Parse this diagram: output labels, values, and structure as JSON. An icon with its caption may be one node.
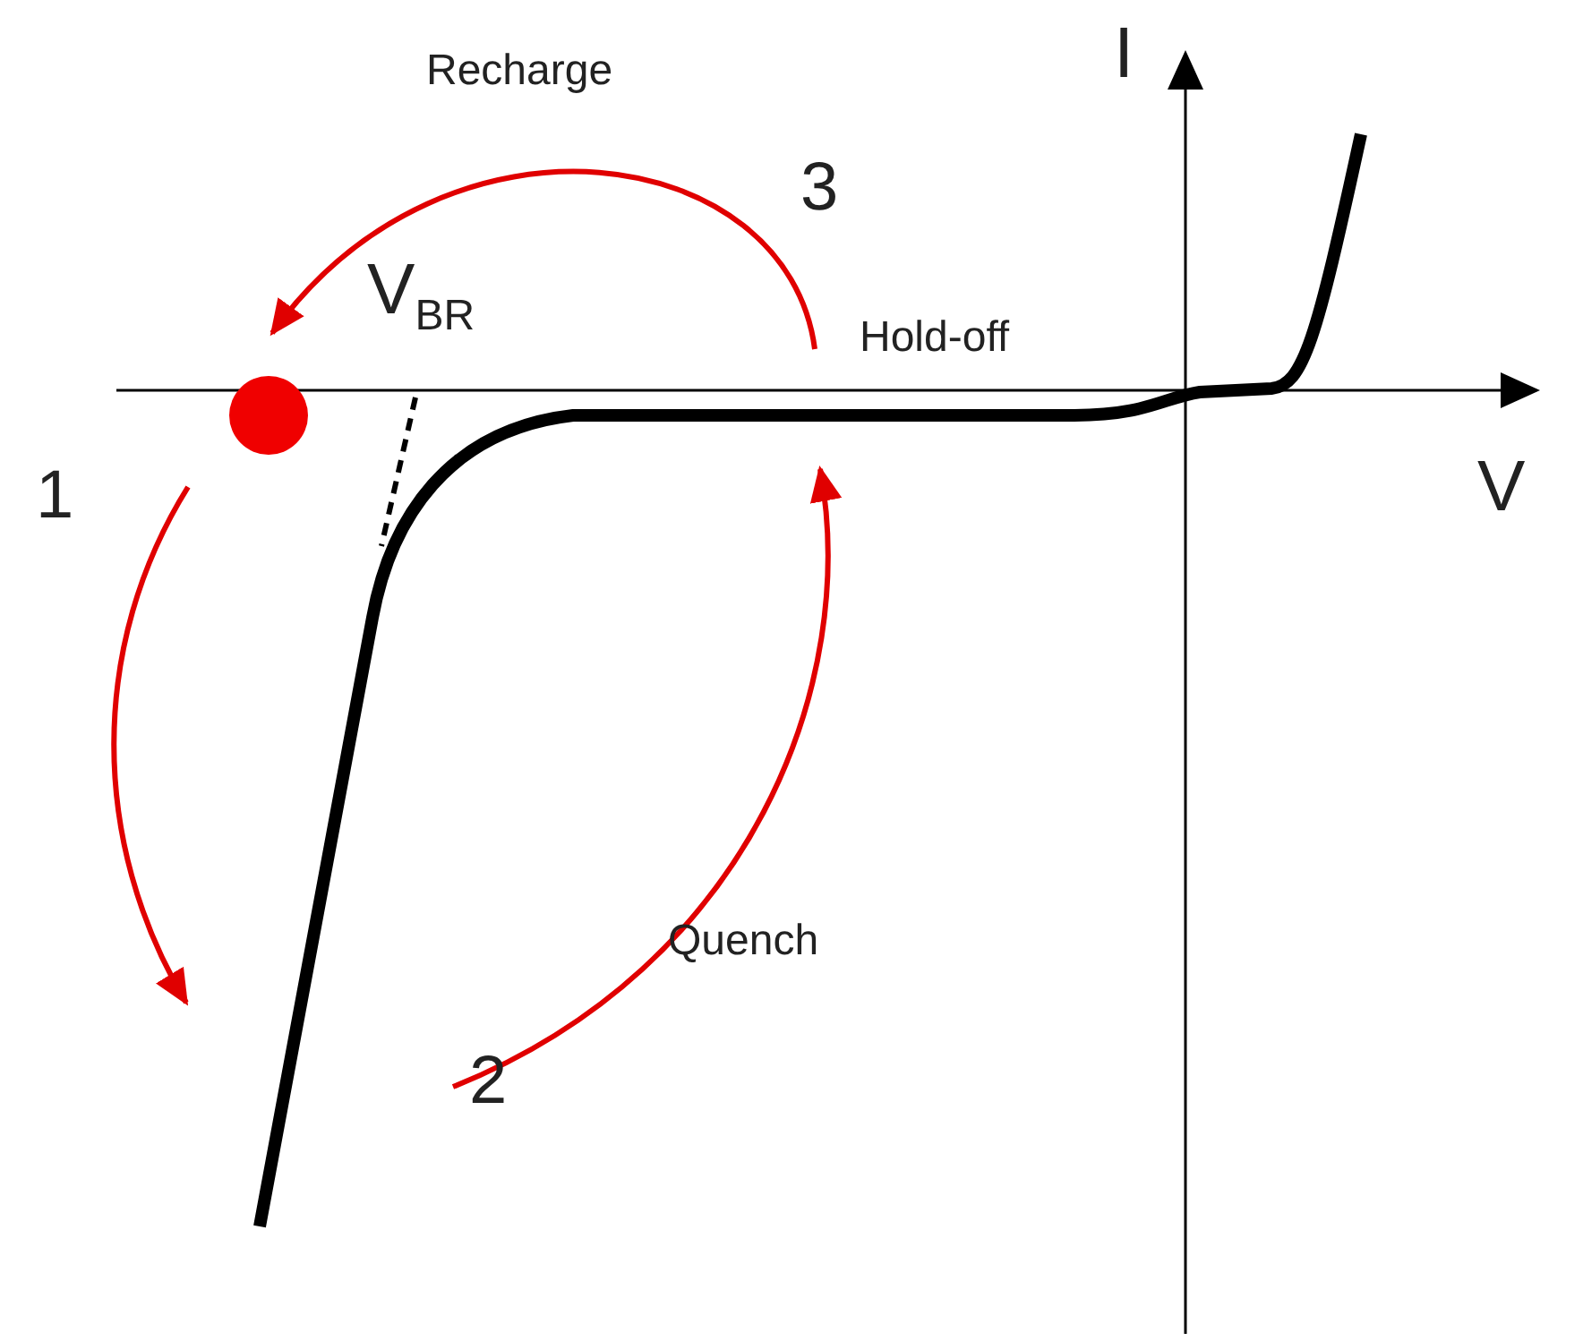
{
  "diagram": {
    "labels": [
      "Recharge",
      "I",
      "3",
      "V$_{BR}$",
      "Hold-off",
      "1",
      "V",
      "Quench",
      "2"
    ]
  }
}
